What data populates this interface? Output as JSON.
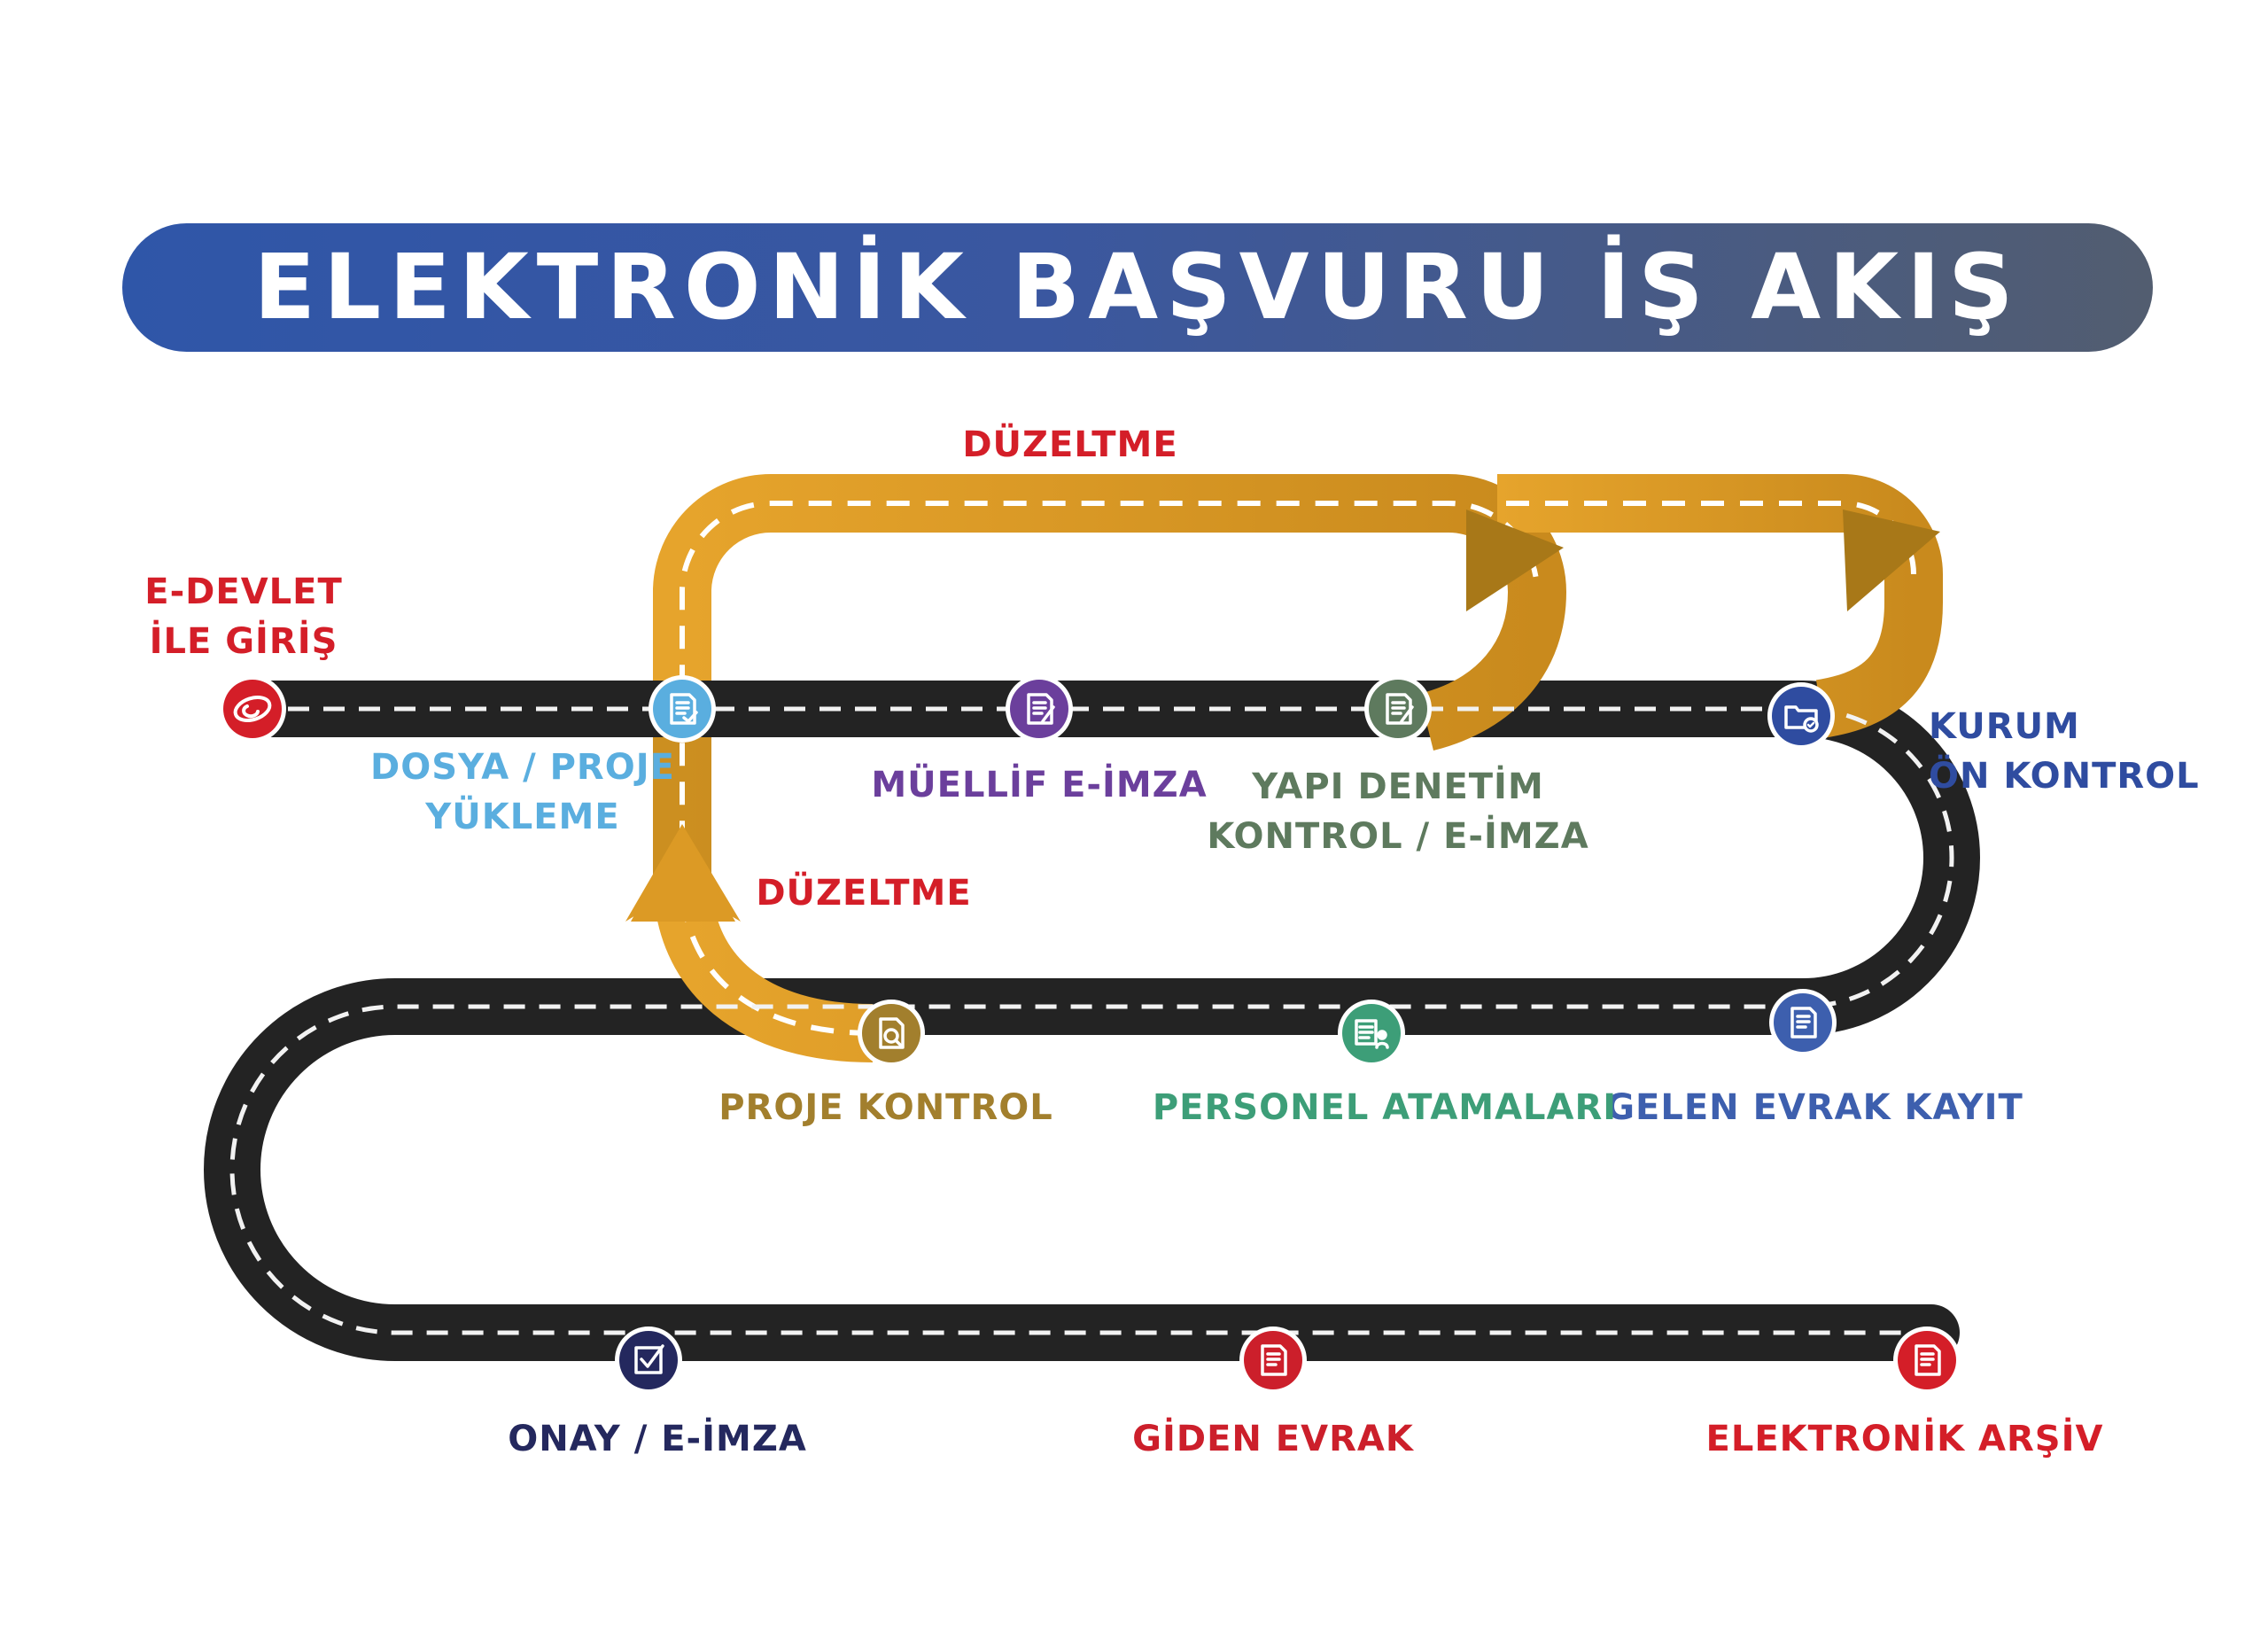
{
  "title": "ELEKTRONİK BAŞVURU İŞ AKIŞ PLANI",
  "colors": {
    "road": "#232323",
    "dash": "#f2f2f2",
    "detour": "#e3a12a",
    "detour_dark": "#a67716",
    "banner_start": "#2f56a8",
    "banner_end": "#525d70"
  },
  "steps": {
    "e_devlet": {
      "lines": [
        "E-DEVLET",
        "İLE GİRİŞ"
      ],
      "color": "#d41e28",
      "icon": "e-devlet-logo-icon"
    },
    "dosya": {
      "lines": [
        "DOSYA / PROJE",
        "YÜKLEME"
      ],
      "color": "#5aaedf",
      "icon": "document-check-icon"
    },
    "muellif": {
      "lines": [
        "MÜELLİF E-İMZA"
      ],
      "color": "#6b3f9c",
      "icon": "document-sign-icon"
    },
    "yapi": {
      "lines": [
        "YAPI DENETİM",
        "KONTROL / E-İMZA"
      ],
      "color": "#5e7a5e",
      "icon": "document-pen-icon"
    },
    "kurum": {
      "lines": [
        "KURUM",
        "ÖN KONTROL"
      ],
      "color": "#2f4ca0",
      "icon": "folder-check-icon"
    },
    "gelen": {
      "lines": [
        "GELEN EVRAK KAYIT"
      ],
      "color": "#3d5fae",
      "icon": "document-lines-icon"
    },
    "personel": {
      "lines": [
        "PERSONEL ATAMALARI"
      ],
      "color": "#3d9e78",
      "icon": "staff-assign-icon"
    },
    "proje": {
      "lines": [
        "PROJE KONTROL"
      ],
      "color": "#a27f2d",
      "icon": "document-search-icon"
    },
    "onay": {
      "lines": [
        "ONAY / E-İMZA"
      ],
      "color": "#24285e",
      "icon": "checkbox-icon"
    },
    "giden": {
      "lines": [
        "GİDEN EVRAK"
      ],
      "color": "#cc1f2b",
      "icon": "outgoing-document-icon"
    },
    "arsiv": {
      "lines": [
        "ELEKTRONİK ARŞİV"
      ],
      "color": "#d41e28",
      "icon": "archive-document-icon"
    }
  },
  "detour_labels": {
    "top": "DÜZELTME",
    "left": "DÜZELTME",
    "color": "#d41e28"
  }
}
